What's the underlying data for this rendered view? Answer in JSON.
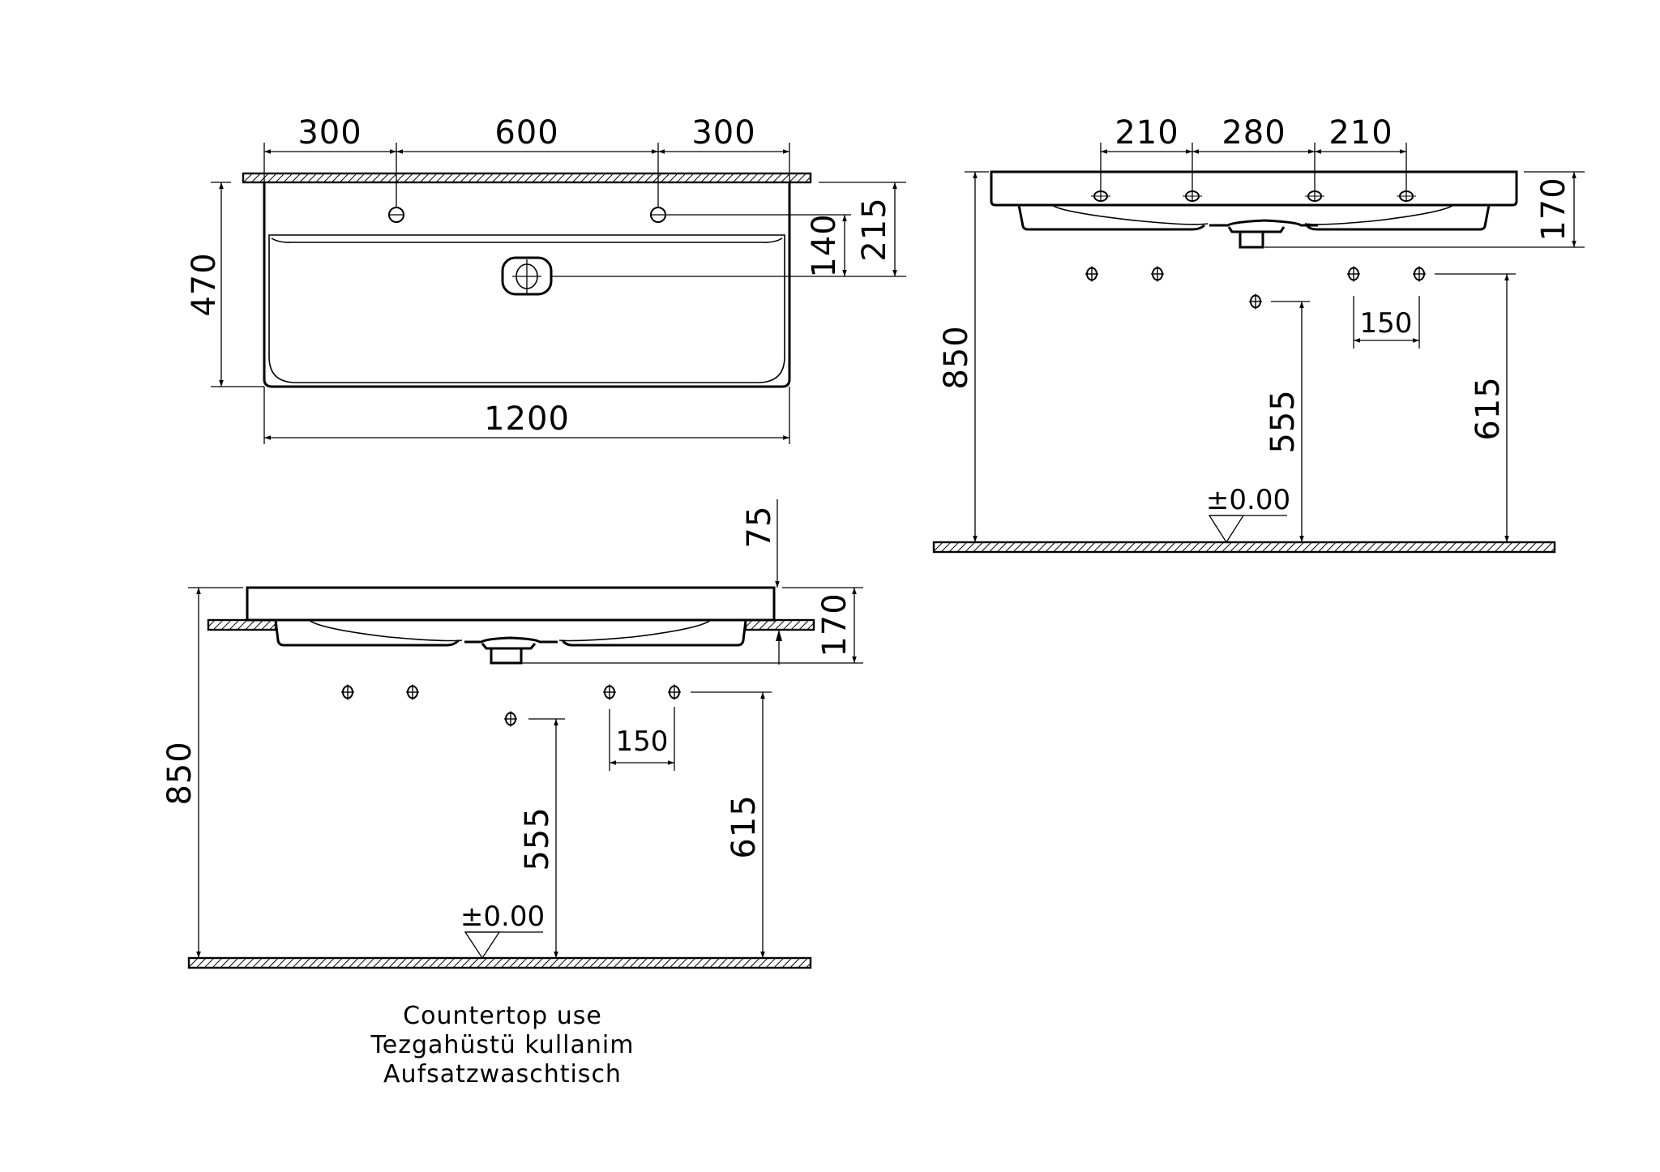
{
  "drawing": {
    "title_lines": [
      "Countertop use",
      "Tezgahüstü kullanim",
      "Aufsatzwaschtisch"
    ],
    "units": "mm",
    "plan_view": {
      "dims": {
        "left_offset": "300",
        "tap_spacing": "600",
        "right_offset": "300",
        "total_width": "1200",
        "depth": "470",
        "tap_to_wall_drain": "140",
        "drain_from_wall": "215"
      }
    },
    "wall_hung_elevation": {
      "dims": {
        "tap_a": "210",
        "tap_b": "280",
        "tap_c": "210",
        "basin_height": "170",
        "rim_height": "850",
        "valve_spacing": "150",
        "waste_height": "555",
        "supply_height": "615",
        "datum": "±0.00"
      }
    },
    "countertop_elevation": {
      "dims": {
        "above_counter": "75",
        "basin_height": "170",
        "rim_height": "850",
        "valve_spacing": "150",
        "waste_height": "555",
        "supply_height": "615",
        "datum": "±0.00"
      }
    }
  },
  "colors": {
    "line": "#000000",
    "background": "#ffffff"
  }
}
